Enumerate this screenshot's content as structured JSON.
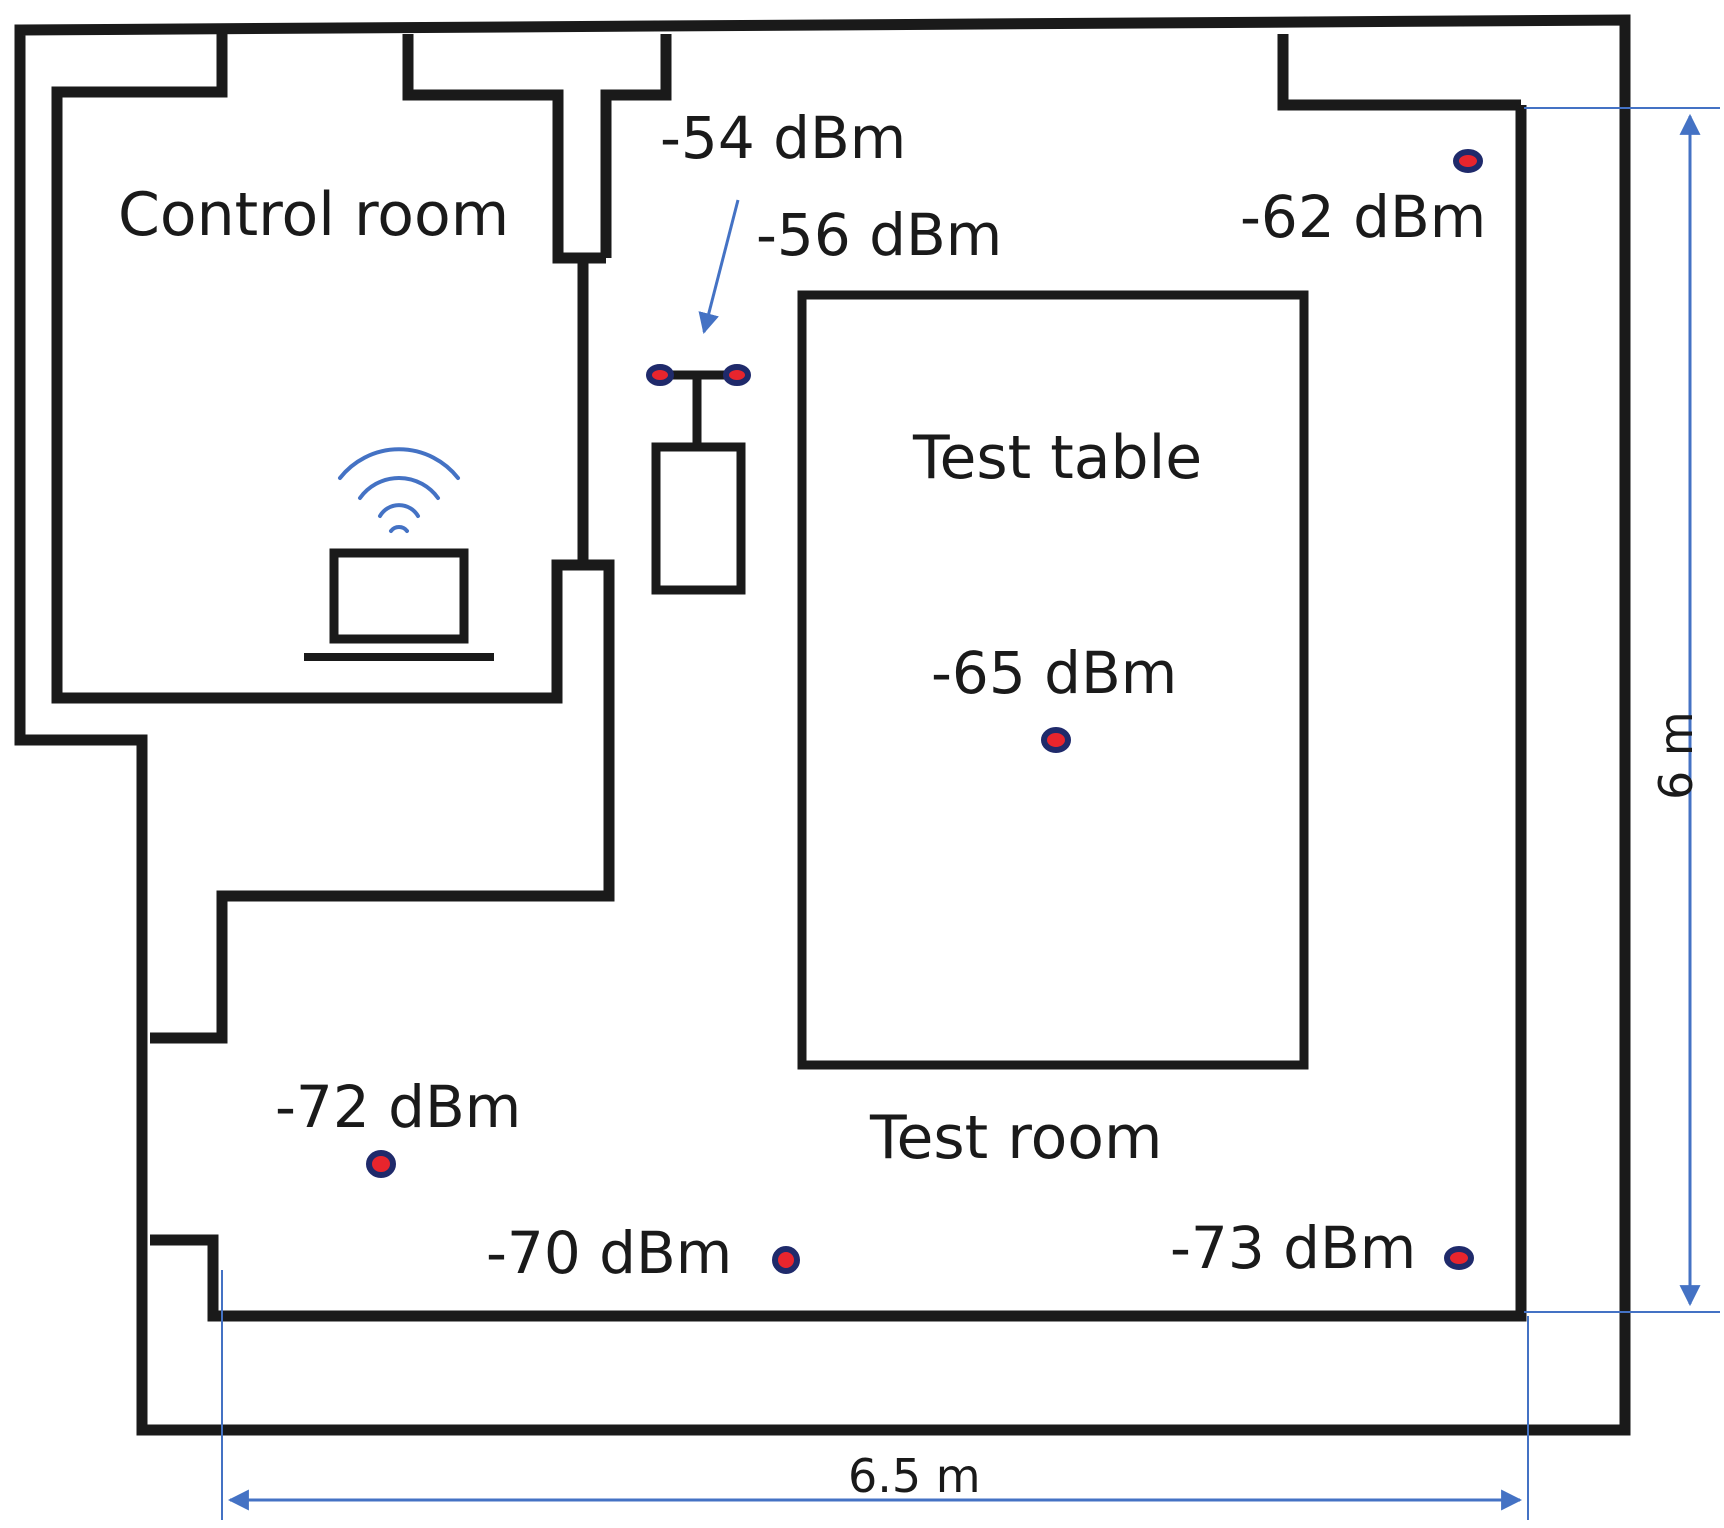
{
  "diagram": {
    "rooms": {
      "control_room": "Control room",
      "test_room": "Test room",
      "test_table": "Test table"
    },
    "dimensions": {
      "width": "6.5 m",
      "height": "6 m"
    },
    "signal_readings": [
      {
        "id": "antenna-left",
        "value": "-54 dBm"
      },
      {
        "id": "antenna-right",
        "value": "-56 dBm"
      },
      {
        "id": "top-right",
        "value": "-62 dBm"
      },
      {
        "id": "table-center",
        "value": "-65 dBm"
      },
      {
        "id": "bottom-left",
        "value": "-72 dBm"
      },
      {
        "id": "bottom-middle",
        "value": "-70 dBm"
      },
      {
        "id": "bottom-right",
        "value": "-73 dBm"
      }
    ],
    "colors": {
      "wall": "#1a1a1a",
      "dimension_lines": "#4472c4",
      "measurement_dot": "#e8252d",
      "dot_outline": "#1f2a6b",
      "wifi_signal": "#4472c4"
    },
    "icons": [
      "laptop-icon",
      "wifi-icon",
      "antenna-icon"
    ]
  }
}
